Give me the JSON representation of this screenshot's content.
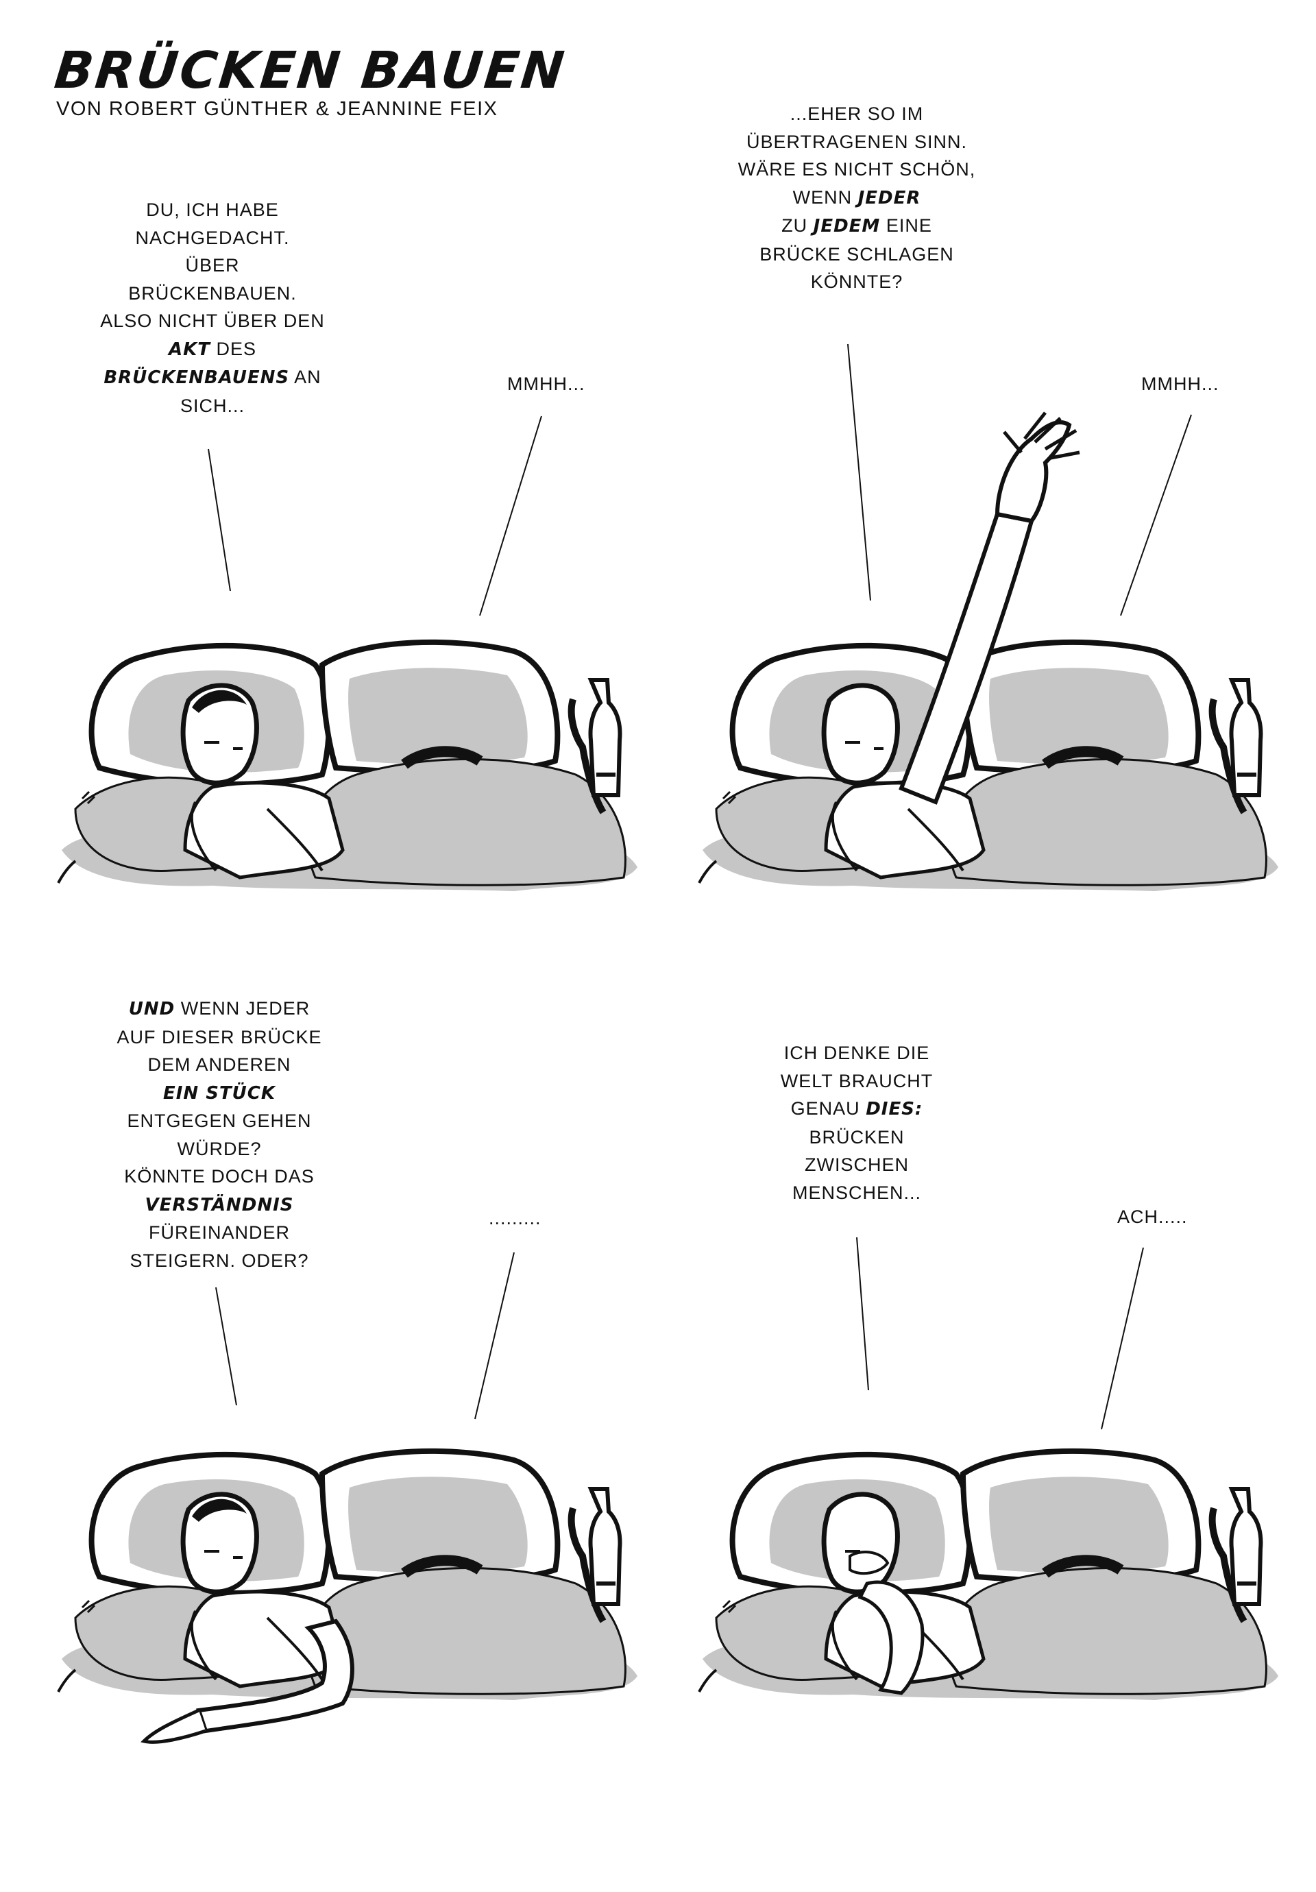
{
  "header": {
    "title": "BRÜCKEN BAUEN",
    "byline": "VON ROBERT GÜNTHER & JEANNINE FEIX"
  },
  "panels": [
    {
      "speech": [
        [
          {
            "t": "DU, ICH HABE"
          }
        ],
        [
          {
            "t": "NACHGEDACHT."
          }
        ],
        [
          {
            "t": "ÜBER"
          }
        ],
        [
          {
            "t": "BRÜCKENBAUEN."
          }
        ],
        [
          {
            "t": "ALSO NICHT ÜBER DEN"
          }
        ],
        [
          {
            "t": "AKT",
            "b": true
          },
          {
            "t": " DES"
          }
        ],
        [
          {
            "t": "BRÜCKENBAUENS",
            "b": true
          },
          {
            "t": " AN"
          }
        ],
        [
          {
            "t": "SICH..."
          }
        ]
      ],
      "reply": "MMHH..."
    },
    {
      "speech": [
        [
          {
            "t": "...EHER SO IM"
          }
        ],
        [
          {
            "t": "ÜBERTRAGENEN SINN."
          }
        ],
        [
          {
            "t": "WÄRE ES NICHT SCHÖN,"
          }
        ],
        [
          {
            "t": "WENN "
          },
          {
            "t": "JEDER",
            "b": true
          }
        ],
        [
          {
            "t": "ZU "
          },
          {
            "t": "JEDEM",
            "b": true
          },
          {
            "t": " EINE"
          }
        ],
        [
          {
            "t": "BRÜCKE SCHLAGEN"
          }
        ],
        [
          {
            "t": "KÖNNTE?"
          }
        ]
      ],
      "reply": "MMHH..."
    },
    {
      "speech": [
        [
          {
            "t": "UND",
            "b": true
          },
          {
            "t": " WENN JEDER"
          }
        ],
        [
          {
            "t": "AUF DIESER  BRÜCKE"
          }
        ],
        [
          {
            "t": "DEM ANDEREN"
          }
        ],
        [
          {
            "t": "EIN STÜCK",
            "b": true
          }
        ],
        [
          {
            "t": "ENTGEGEN GEHEN"
          }
        ],
        [
          {
            "t": "WÜRDE?"
          }
        ],
        [
          {
            "t": "KÖNNTE DOCH DAS"
          }
        ],
        [
          {
            "t": "VERSTÄNDNIS",
            "b": true
          }
        ],
        [
          {
            "t": "FÜREINANDER"
          }
        ],
        [
          {
            "t": "STEIGERN. ODER?"
          }
        ]
      ],
      "reply": "........."
    },
    {
      "speech": [
        [
          {
            "t": "ICH DENKE DIE"
          }
        ],
        [
          {
            "t": "WELT BRAUCHT"
          }
        ],
        [
          {
            "t": "GENAU "
          },
          {
            "t": "DIES:",
            "b": true
          }
        ],
        [
          {
            "t": "BRÜCKEN"
          }
        ],
        [
          {
            "t": "ZWISCHEN"
          }
        ],
        [
          {
            "t": "MENSCHEN..."
          }
        ]
      ],
      "reply": "ACH....."
    }
  ],
  "colors": {
    "ink": "#111111",
    "shade": "#c6c6c6",
    "paper": "#ffffff"
  }
}
